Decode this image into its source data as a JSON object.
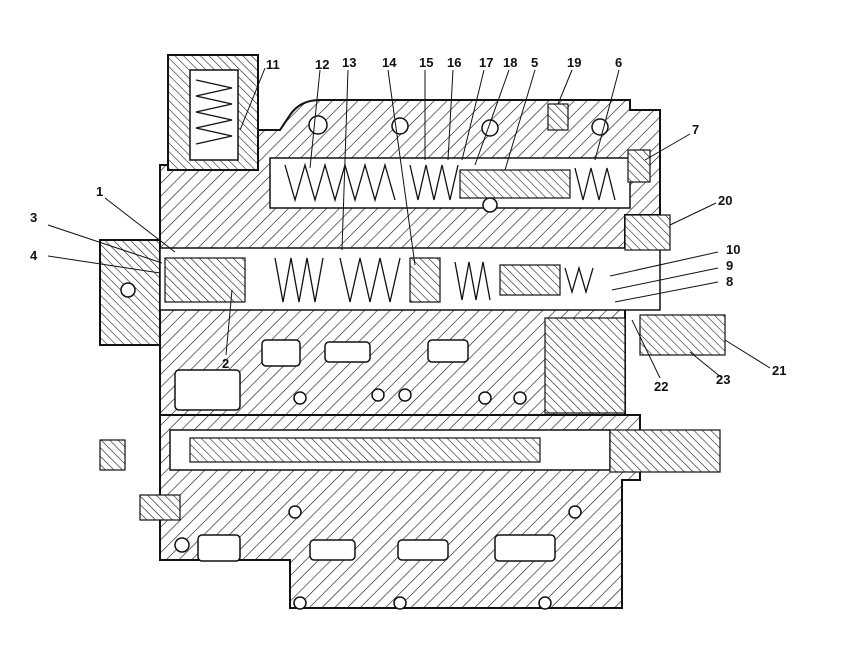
{
  "diagram": {
    "callouts": [
      {
        "id": "1",
        "label": "1"
      },
      {
        "id": "2",
        "label": "2"
      },
      {
        "id": "3",
        "label": "3"
      },
      {
        "id": "4",
        "label": "4"
      },
      {
        "id": "5",
        "label": "5"
      },
      {
        "id": "6",
        "label": "6"
      },
      {
        "id": "7",
        "label": "7"
      },
      {
        "id": "8",
        "label": "8"
      },
      {
        "id": "9",
        "label": "9"
      },
      {
        "id": "10",
        "label": "10"
      },
      {
        "id": "11",
        "label": "11"
      },
      {
        "id": "12",
        "label": "12"
      },
      {
        "id": "13",
        "label": "13"
      },
      {
        "id": "14",
        "label": "14"
      },
      {
        "id": "15",
        "label": "15"
      },
      {
        "id": "16",
        "label": "16"
      },
      {
        "id": "17",
        "label": "17"
      },
      {
        "id": "18",
        "label": "18"
      },
      {
        "id": "19",
        "label": "19"
      },
      {
        "id": "20",
        "label": "20"
      },
      {
        "id": "21",
        "label": "21"
      },
      {
        "id": "22",
        "label": "22"
      },
      {
        "id": "23",
        "label": "23"
      }
    ],
    "colors": {
      "ink": "#111111",
      "paper": "#ffffff"
    }
  }
}
